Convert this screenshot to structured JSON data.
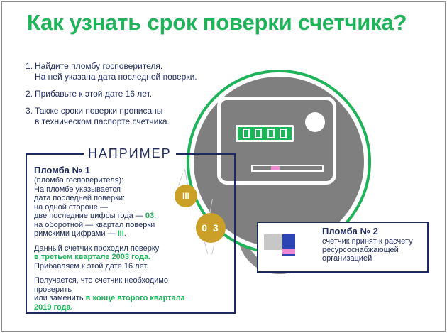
{
  "title": "Как узнать срок поверки счетчика?",
  "steps": [
    {
      "num": "1.",
      "line1": "Найдите пломбу госповерителя.",
      "line2": "На ней указана дата последней поверки."
    },
    {
      "num": "2.",
      "line1": "Прибавьте к этой дате 16 лет.",
      "line2": ""
    },
    {
      "num": "3.",
      "line1": "Также сроки поверки прописаны",
      "line2": "в техническом паспорте счетчика."
    }
  ],
  "example": {
    "heading": "НАПРИМЕР",
    "seal_title": "Пломба № 1",
    "seal_sub": "(пломба госповерителя):",
    "desc_lines": [
      "На пломбе указывается",
      "дата последней поверки:",
      "на одной стороне —"
    ],
    "desc_year_pre": "две последние цифры года —",
    "desc_year_val": "03",
    "desc_back": [
      "на оборотной — квартал поверки"
    ],
    "desc_roman_pre": "римскими цифрами —",
    "desc_roman_val": "III",
    "para2_line1": "Данный счетчик проходил поверку",
    "para2_green": "в третьем квартале 2003 года.",
    "para2_line3": "Прибавляем к этой дате 16 лет.",
    "para3_line1": "Получается, что счетчик необходимо проверить",
    "para3_pre": "или заменить",
    "para3_green": "в конце второго квартала 2019 года."
  },
  "seal_marks": {
    "roman": "III",
    "year": "0 3"
  },
  "seal2": {
    "title": "Пломба № 2",
    "lines": [
      "счетчик принят к расчету",
      "ресурсоснабжающей",
      "организацией"
    ]
  },
  "colors": {
    "green": "#1fb35a",
    "navy": "#1e2a5e",
    "gray": "#7f7f7f",
    "gold": "#caa028",
    "pink": "#f08ad0",
    "blue": "#2d44b5"
  }
}
